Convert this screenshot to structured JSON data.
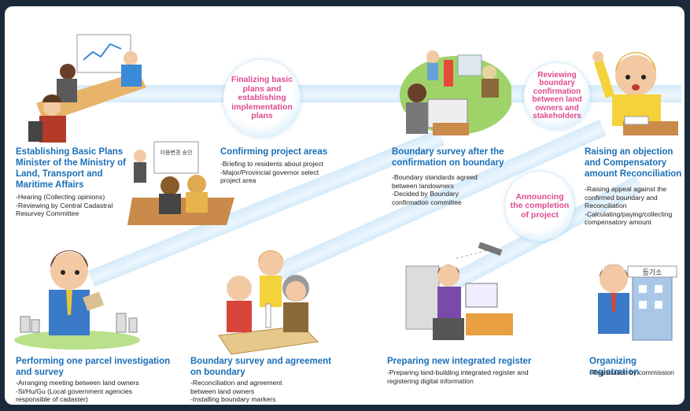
{
  "bubbles": {
    "finalizing": "Finalizing basic plans and establishing implementation plans",
    "reviewing": "Reviewing boundary confirmation between land owners and stakeholders",
    "announcing": "Announcing the completion of project"
  },
  "steps": [
    {
      "title": "Establishing Basic Plans Minister of the Ministry of Land, Transport and Maritime Affairs",
      "items": [
        "-Hearing (Collecting opinions)",
        "-Reviewing by Central Cadastral Resurvey Committee"
      ]
    },
    {
      "title": "Confirming project areas",
      "items": [
        "-Briefing to residents about project",
        "-Major/Provincial governor select project area"
      ]
    },
    {
      "title": "Boundary survey after the confirmation on boundary",
      "items": [
        "-Boundary standards agreed between landowners",
        "-Decided by Boundary confirmation committee"
      ]
    },
    {
      "title": "Raising an objection and Compensatory amount Reconciliation",
      "items": [
        "-Raising appeal against the confirmed boundary and Reconciliation",
        "-Calculating/paying/collecting compensatory amount"
      ]
    },
    {
      "title": "Performing one parcel investigation and survey",
      "items": [
        "-Arranging meeting between land owners",
        "-Si/Hu/Gu (Local government agencies responsible of cadaster)"
      ]
    },
    {
      "title": "Boundary survey and agreement on boundary",
      "items": [
        "-Reconciliation and agreement between land owners",
        "-Installing boundary markers"
      ]
    },
    {
      "title": "Preparing new integrated register",
      "items": [
        "-Preparing land-building integrated register and registering digital information"
      ]
    },
    {
      "title": "Organizing registration",
      "items": [
        "-Registration by commission"
      ]
    }
  ],
  "signs": {
    "board": "이용변경 승인",
    "registry": "등기소"
  },
  "colors": {
    "title_blue": "#1a6fb8",
    "bubble_pink": "#e04a8e",
    "band_blue": "#cfe8f8"
  }
}
